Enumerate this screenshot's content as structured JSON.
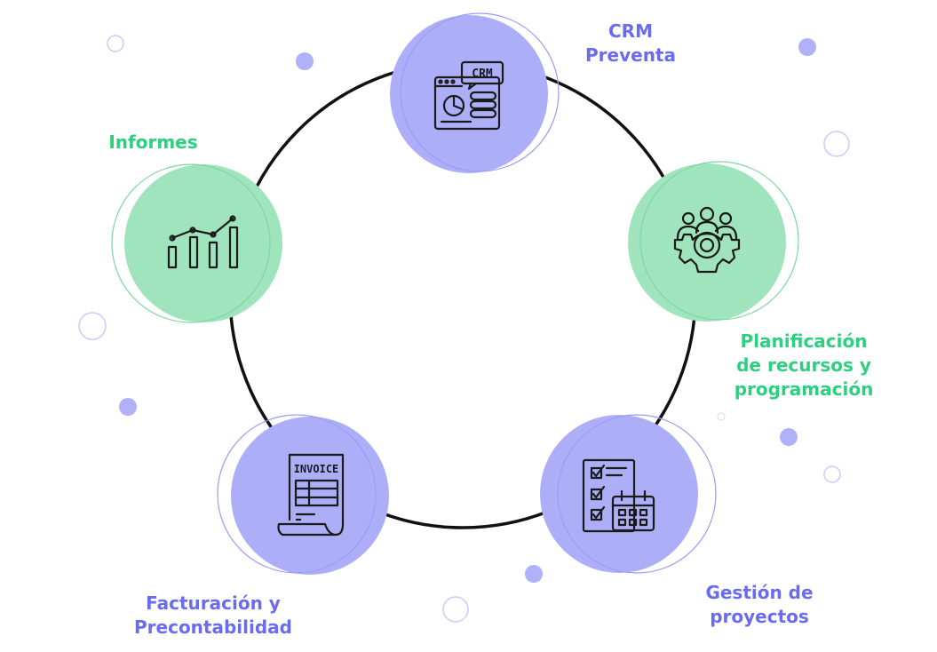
{
  "colors": {
    "purple": "#adaef8",
    "purple_text": "#6a6cf0",
    "green": "#9fe4bc",
    "green_text": "#2ed07f",
    "ring": "#111111",
    "outline": "#9b9cf4",
    "dot_fill": "#b0b1f8"
  },
  "nodes": {
    "crm": {
      "lines": [
        "CRM",
        "Preventa"
      ],
      "icon_text": "CRM",
      "icon": "crm-dashboard-icon"
    },
    "planificacion": {
      "lines": [
        "Planificación",
        "de recursos y",
        "programación"
      ],
      "icon": "team-gear-icon"
    },
    "gestion": {
      "lines": [
        "Gestión de",
        "proyectos"
      ],
      "icon": "checklist-calendar-icon"
    },
    "facturacion": {
      "lines": [
        "Facturación y",
        "Precontabilidad"
      ],
      "icon_text": "INVOICE",
      "icon": "invoice-document-icon"
    },
    "informes": {
      "lines": [
        "Informes"
      ],
      "icon": "bar-chart-trend-icon"
    }
  }
}
